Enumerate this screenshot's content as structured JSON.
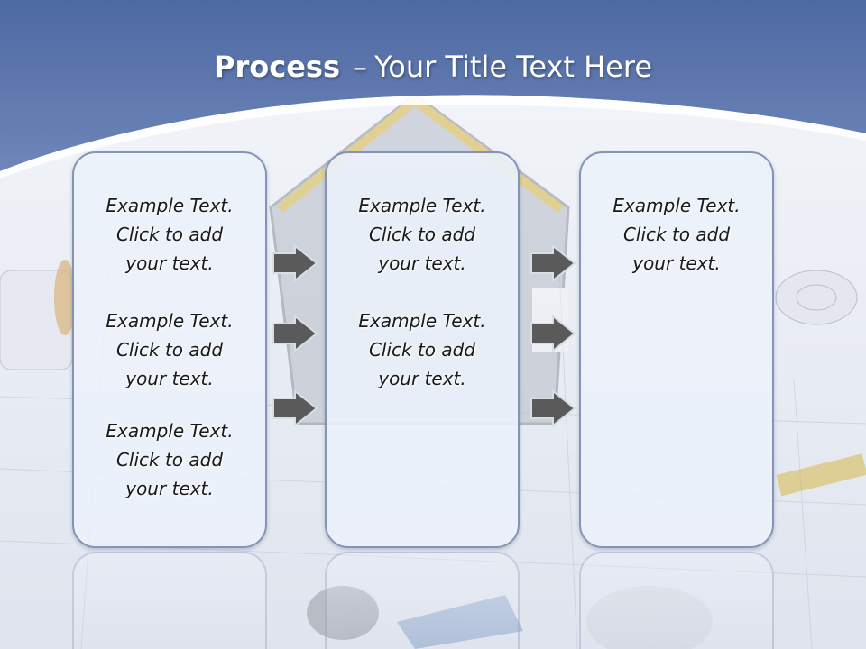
{
  "slide": {
    "title_bold": "Process",
    "title_separator": "–",
    "title_rest": "Your Title Text Here"
  },
  "panels": [
    {
      "blocks": [
        {
          "line1": "Example Text.",
          "line2": "Click  to add",
          "line3": "your text."
        },
        {
          "line1": "Example Text.",
          "line2": "Click  to add",
          "line3": "your text."
        },
        {
          "line1": "Example Text.",
          "line2": "Click  to add",
          "line3": "your text."
        }
      ]
    },
    {
      "blocks": [
        {
          "line1": "Example Text.",
          "line2": "Click  to add",
          "line3": "your text."
        },
        {
          "line1": "Example Text.",
          "line2": "Click  to add",
          "line3": "your text."
        }
      ]
    },
    {
      "blocks": [
        {
          "line1": "Example Text.",
          "line2": "Click  to add",
          "line3": "your text."
        }
      ]
    }
  ],
  "icons": {
    "arrow": "right-arrow-icon"
  },
  "colors": {
    "header_blue": "#5d77ad",
    "panel_border": "#8494b8",
    "panel_fill": "#ecf1fa",
    "arrow_fill": "#5a5a5a"
  }
}
